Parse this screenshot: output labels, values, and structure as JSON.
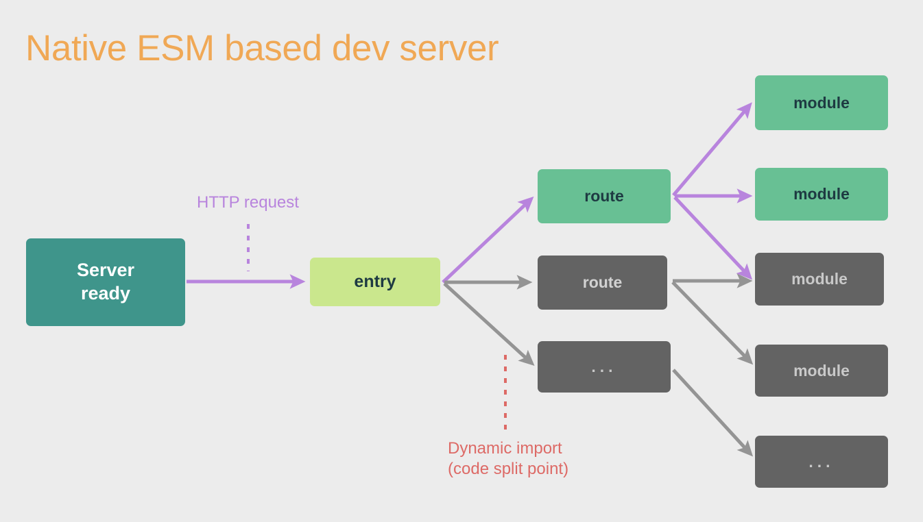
{
  "page": {
    "title": "Native ESM based dev server",
    "background_color": "#ececec",
    "title_color": "#f0a855"
  },
  "colors": {
    "teal": "#3f958b",
    "lime": "#cae78d",
    "green": "#68c094",
    "gray": "#636363",
    "purple": "#b884dd",
    "arrow_gray": "#949494",
    "red": "#dd6a66",
    "dark_text": "#1e3a42",
    "light_text": "#c9c9c9"
  },
  "nodes": {
    "server": {
      "label": "Server\nready"
    },
    "entry": {
      "label": "entry"
    },
    "route_green": {
      "label": "route"
    },
    "route_gray": {
      "label": "route"
    },
    "dots_mid": {
      "label": "..."
    },
    "module_1": {
      "label": "module"
    },
    "module_2": {
      "label": "module"
    },
    "module_3": {
      "label": "module"
    },
    "module_4": {
      "label": "module"
    },
    "dots_right": {
      "label": "..."
    }
  },
  "annotations": {
    "http_request": {
      "label": "HTTP request",
      "color": "#b884dd"
    },
    "dynamic_import": {
      "label": "Dynamic import\n(code split point)",
      "color": "#dd6a66"
    }
  },
  "chart_data": {
    "type": "diagram",
    "title": "Native ESM based dev server",
    "nodes": [
      {
        "id": "server",
        "label": "Server ready",
        "color": "#3f958b",
        "text_color": "#ffffff"
      },
      {
        "id": "entry",
        "label": "entry",
        "color": "#cae78d",
        "text_color": "#1e3a42"
      },
      {
        "id": "route_green",
        "label": "route",
        "color": "#68c094",
        "text_color": "#1e3a42"
      },
      {
        "id": "route_gray",
        "label": "route",
        "color": "#636363",
        "text_color": "#d2d2d2"
      },
      {
        "id": "dots_mid",
        "label": "...",
        "color": "#636363",
        "text_color": "#c9c9c9"
      },
      {
        "id": "module_1",
        "label": "module",
        "color": "#68c094",
        "text_color": "#1e3a42"
      },
      {
        "id": "module_2",
        "label": "module",
        "color": "#68c094",
        "text_color": "#1e3a42"
      },
      {
        "id": "module_3",
        "label": "module",
        "color": "#636363",
        "text_color": "#c9c9c9"
      },
      {
        "id": "module_4",
        "label": "module",
        "color": "#636363",
        "text_color": "#c9c9c9"
      },
      {
        "id": "dots_right",
        "label": "...",
        "color": "#636363",
        "text_color": "#c9c9c9"
      }
    ],
    "edges": [
      {
        "from": "server",
        "to": "entry",
        "color": "#b884dd",
        "label": "HTTP request"
      },
      {
        "from": "entry",
        "to": "route_green",
        "color": "#b884dd"
      },
      {
        "from": "entry",
        "to": "route_gray",
        "color": "#949494"
      },
      {
        "from": "entry",
        "to": "dots_mid",
        "color": "#949494",
        "label": "Dynamic import (code split point)"
      },
      {
        "from": "route_green",
        "to": "module_1",
        "color": "#b884dd"
      },
      {
        "from": "route_green",
        "to": "module_2",
        "color": "#b884dd"
      },
      {
        "from": "route_green",
        "to": "module_3",
        "color": "#b884dd"
      },
      {
        "from": "route_gray",
        "to": "module_3",
        "color": "#949494"
      },
      {
        "from": "route_gray",
        "to": "module_4",
        "color": "#949494"
      },
      {
        "from": "dots_mid",
        "to": "dots_right",
        "color": "#949494"
      }
    ]
  }
}
